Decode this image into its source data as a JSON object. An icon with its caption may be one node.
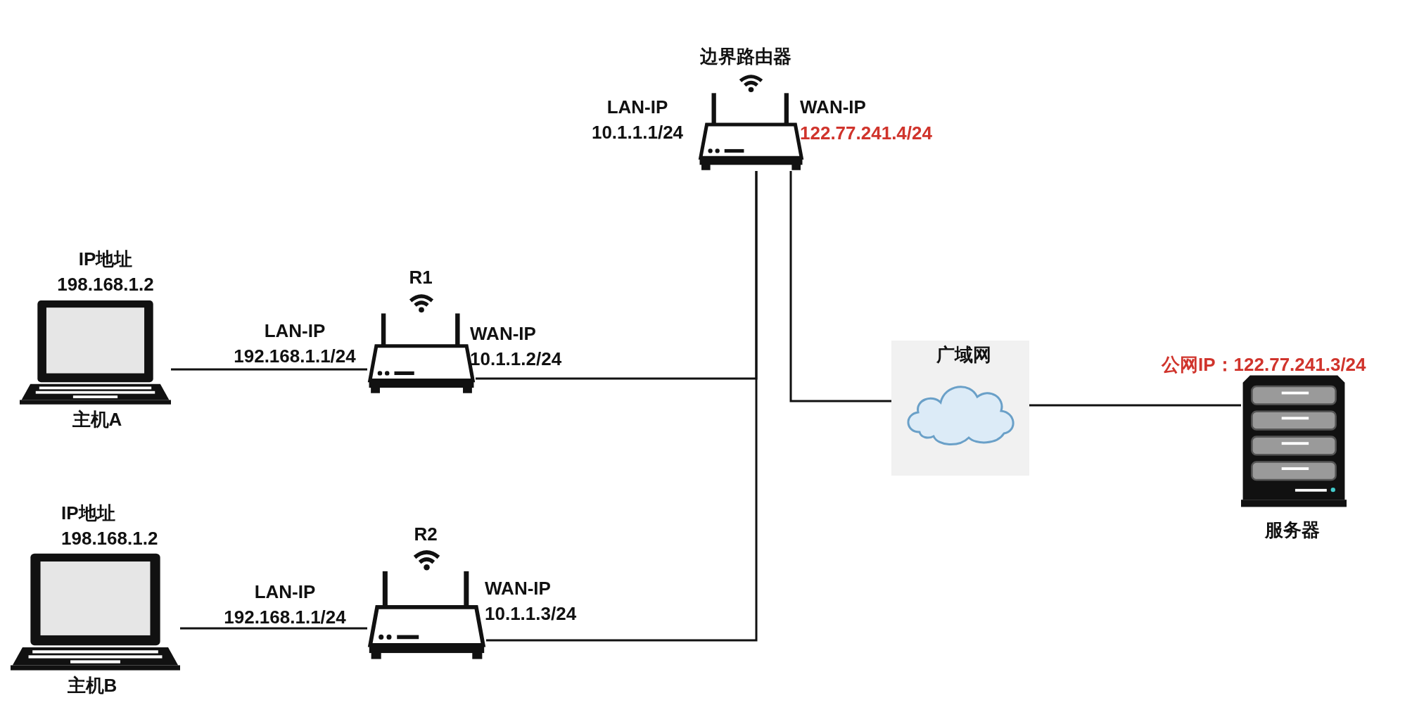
{
  "diagram": {
    "nodes": [
      {
        "text": [
          "边界路由器"
        ],
        "beside": [
          "LAN-IP 10.1.1.1/24",
          "WAN-IP",
          "122.77.241.4/24"
        ]
      },
      {
        "text": [
          "IP地址 198.168.1.2",
          "主机A"
        ]
      },
      {
        "text": [
          "R1"
        ],
        "beside": [
          "LAN-IP 192.168.1.1/24",
          "WAN-IP 10.1.1.2/24"
        ]
      },
      {
        "text": [
          "广域网"
        ]
      },
      {
        "text": [
          "服务器"
        ],
        "beside": [
          "公网IP：122.77.241.3/24"
        ]
      },
      {
        "text": [
          "IP地址 198.168.1.2",
          "主机B"
        ]
      },
      {
        "text": [
          "R2"
        ],
        "beside": [
          "LAN-IP 192.168.1.1/24",
          "WAN-IP 10.1.1.3/24"
        ]
      }
    ],
    "edges": [
      {
        "from": 1,
        "to": 2,
        "arrow": "none"
      },
      {
        "from": 2,
        "to": 0,
        "arrow": "none"
      },
      {
        "from": 5,
        "to": 6,
        "arrow": "none"
      },
      {
        "from": 6,
        "to": 0,
        "arrow": "none"
      },
      {
        "from": 0,
        "to": 3,
        "arrow": "none"
      },
      {
        "from": 3,
        "to": 4,
        "arrow": "none"
      }
    ]
  }
}
